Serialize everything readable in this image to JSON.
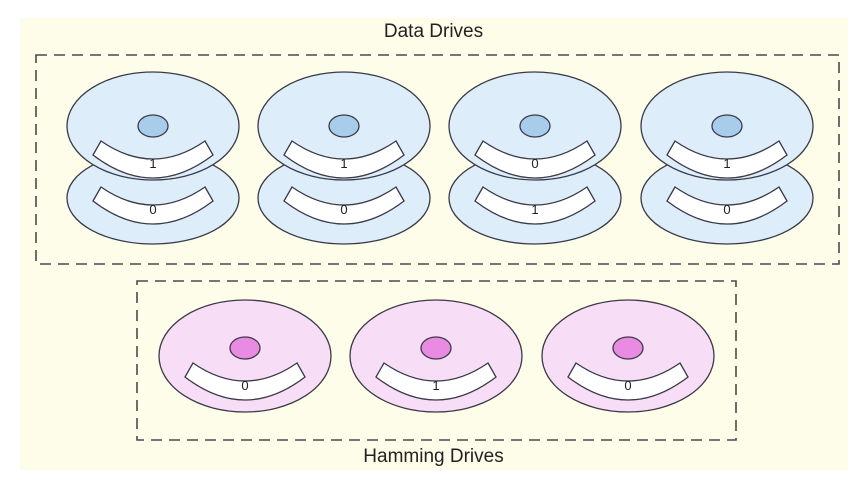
{
  "colors": {
    "background": "#fefde9",
    "data_disk_fill": "#ddeefa",
    "data_hub_fill": "#a8cdea",
    "hamming_disk_fill": "#f8ddf6",
    "hamming_hub_fill": "#e98be2",
    "stroke": "#3a3a48",
    "dash": "#4a4a4a"
  },
  "data_group": {
    "label": "Data Drives",
    "drives": [
      {
        "top_bit": "1",
        "bottom_bit": "0"
      },
      {
        "top_bit": "1",
        "bottom_bit": "0"
      },
      {
        "top_bit": "0",
        "bottom_bit": "1"
      },
      {
        "top_bit": "1",
        "bottom_bit": "0"
      }
    ]
  },
  "hamming_group": {
    "label": "Hamming Drives",
    "drives": [
      {
        "bit": "0"
      },
      {
        "bit": "1"
      },
      {
        "bit": "0"
      }
    ]
  }
}
